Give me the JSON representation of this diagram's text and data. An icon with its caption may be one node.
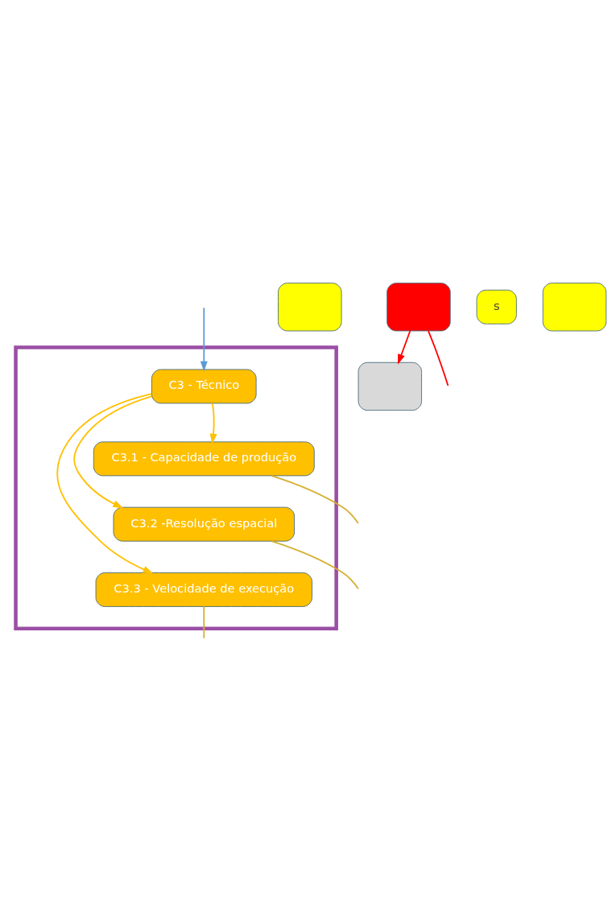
{
  "diagram": {
    "nodes": [
      {
        "text": [],
        "shape": "box"
      },
      {
        "text": [
          "C3 - Técnico"
        ],
        "in": 0
      },
      {
        "text": [
          "C3.1 - Capacidade de produção"
        ],
        "in": 0
      },
      {
        "text": [
          "C3.2 -Resolução espacial"
        ],
        "in": 0
      },
      {
        "text": [
          "C3.3 - Velocidade de execução"
        ],
        "in": 0
      },
      {
        "text": [],
        "shape": "box"
      },
      {
        "text": [],
        "shape": "box"
      },
      {
        "text": [],
        "shape": "box"
      },
      {
        "text": [
          "s"
        ]
      },
      {
        "text": [],
        "shape": "box"
      }
    ],
    "edges": [
      {
        "from": null,
        "to": 1,
        "arrow": "to",
        "color": "#5b9bd5"
      },
      {
        "from": 1,
        "to": 2,
        "arrow": "to"
      },
      {
        "from": 1,
        "to": 3,
        "arrow": "to"
      },
      {
        "from": 1,
        "to": 4,
        "arrow": "to"
      },
      {
        "from": 6,
        "to": 7,
        "arrow": "to",
        "color": "#ff0000"
      },
      {
        "from": 6,
        "to": null,
        "arrow": "none",
        "color": "#ff0000"
      },
      {
        "from": 2,
        "to": null,
        "arrow": "none",
        "color": "#d4b030"
      },
      {
        "from": 3,
        "to": null,
        "arrow": "none",
        "color": "#d4b030"
      },
      {
        "from": 4,
        "to": null,
        "arrow": "none",
        "color": "#d4b030"
      }
    ]
  }
}
